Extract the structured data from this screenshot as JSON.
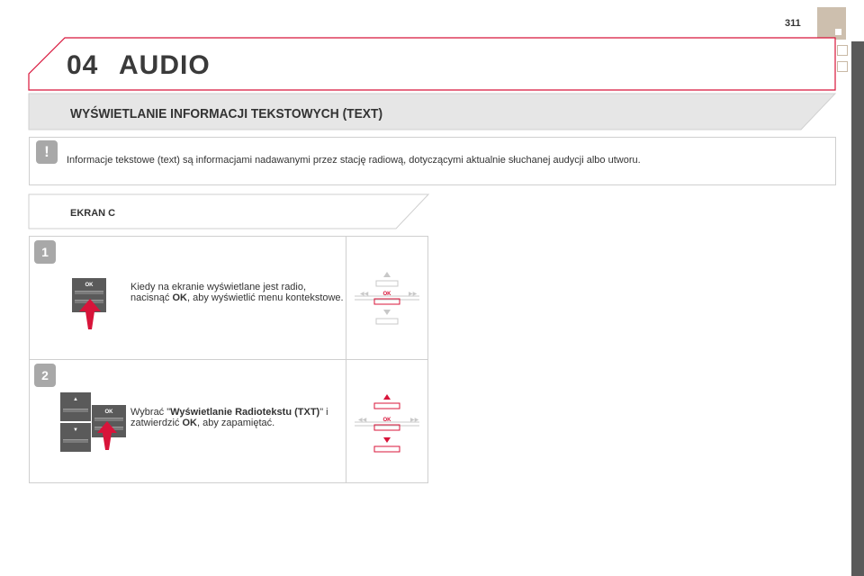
{
  "page": {
    "number": "311",
    "chapter_number": "04",
    "chapter_title": "AUDIO",
    "section_title": "WYŚWIETLANIE INFORMACJI TEKSTOWYCH (TEXT)"
  },
  "info": {
    "icon": "!",
    "text": "Informacje tekstowe (text) są informacjami nadawanymi przez stację radiową, dotyczącymi aktualnie słuchanej audycji albo utworu."
  },
  "screen_label": "EKRAN C",
  "steps": [
    {
      "number": "1",
      "key_label": "OK",
      "text_pre": "Kiedy na ekranie wyświetlane jest radio, nacisnąć ",
      "text_bold": "OK",
      "text_post": ", aby wyświetlić menu kontekstowe."
    },
    {
      "number": "2",
      "key_label": "OK",
      "text_pre": "Wybrać \"",
      "text_bold": "Wyświetlanie Radiotekstu (TXT)",
      "text_mid": "\" i zatwierdzić ",
      "text_bold2": "OK",
      "text_post": ", aby zapamiętać."
    }
  ],
  "colors": {
    "accent_red": "#d8143a",
    "band_gray": "#e6e6e6",
    "tab_beige": "#cdbfae",
    "sidebar_dark": "#5a5a5a"
  }
}
